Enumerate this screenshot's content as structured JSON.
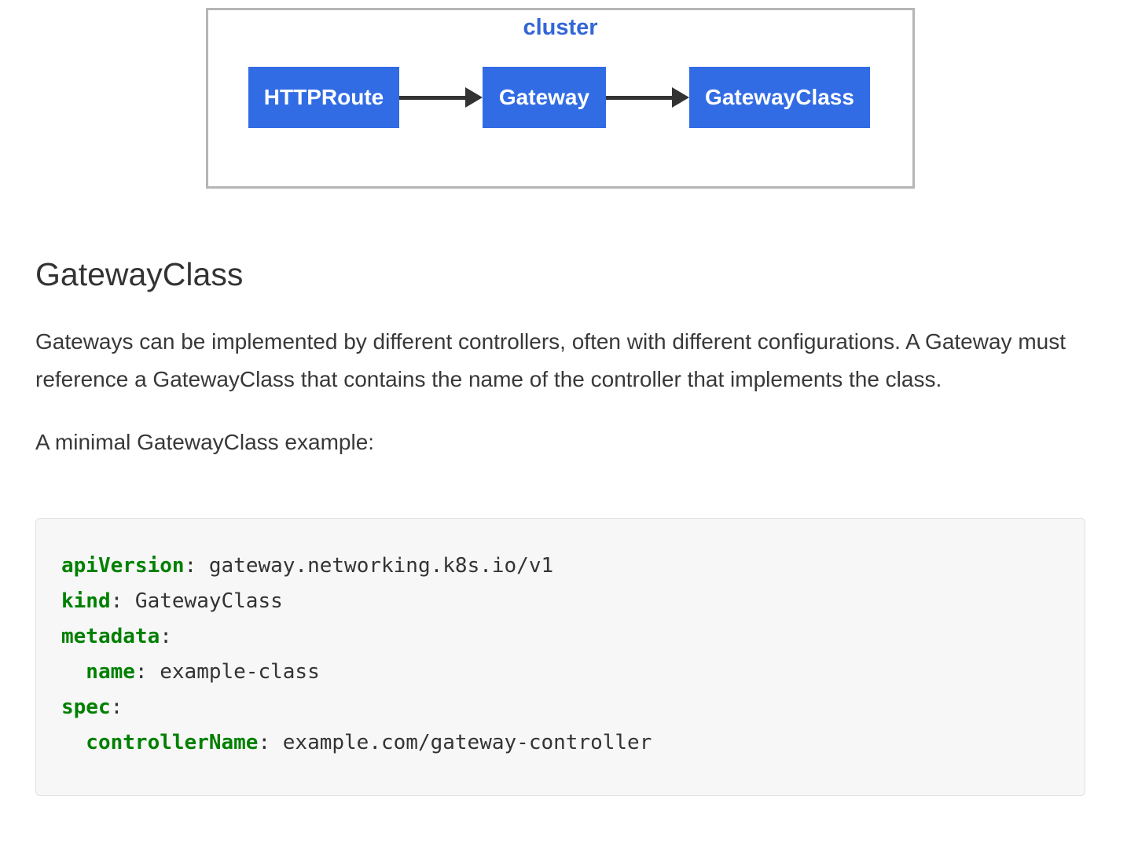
{
  "colors": {
    "node_blue": "#326ce5",
    "cluster_label_blue": "#3366d6",
    "cluster_border_gray": "#b5b5b5",
    "arrow_dark": "#333333",
    "heading_text": "#333333",
    "body_text": "#383838",
    "code_background": "#f7f7f7",
    "code_border": "#e1e1e1",
    "code_key_green": "#008000"
  },
  "diagram": {
    "cluster_label": "cluster",
    "nodes": [
      {
        "label": "HTTPRoute"
      },
      {
        "label": "Gateway"
      },
      {
        "label": "GatewayClass"
      }
    ],
    "arrows": [
      {
        "icon": "right-arrow-icon",
        "from": "HTTPRoute",
        "to": "Gateway"
      },
      {
        "icon": "right-arrow-icon",
        "from": "Gateway",
        "to": "GatewayClass"
      }
    ]
  },
  "content": {
    "heading": "GatewayClass",
    "paragraph1": "Gateways can be implemented by different controllers, often with different configurations. A Gateway must reference a GatewayClass that contains the name of the controller that implements the class.",
    "paragraph2": "A minimal GatewayClass example:"
  },
  "code_block": {
    "lines": [
      {
        "indent": 0,
        "key": "apiVersion",
        "rest": ": gateway.networking.k8s.io/v1"
      },
      {
        "indent": 0,
        "key": "kind",
        "rest": ": GatewayClass"
      },
      {
        "indent": 0,
        "key": "metadata",
        "rest": ":"
      },
      {
        "indent": 1,
        "key": "name",
        "rest": ": example-class"
      },
      {
        "indent": 0,
        "key": "spec",
        "rest": ":"
      },
      {
        "indent": 1,
        "key": "controllerName",
        "rest": ": example.com/gateway-controller"
      }
    ]
  }
}
